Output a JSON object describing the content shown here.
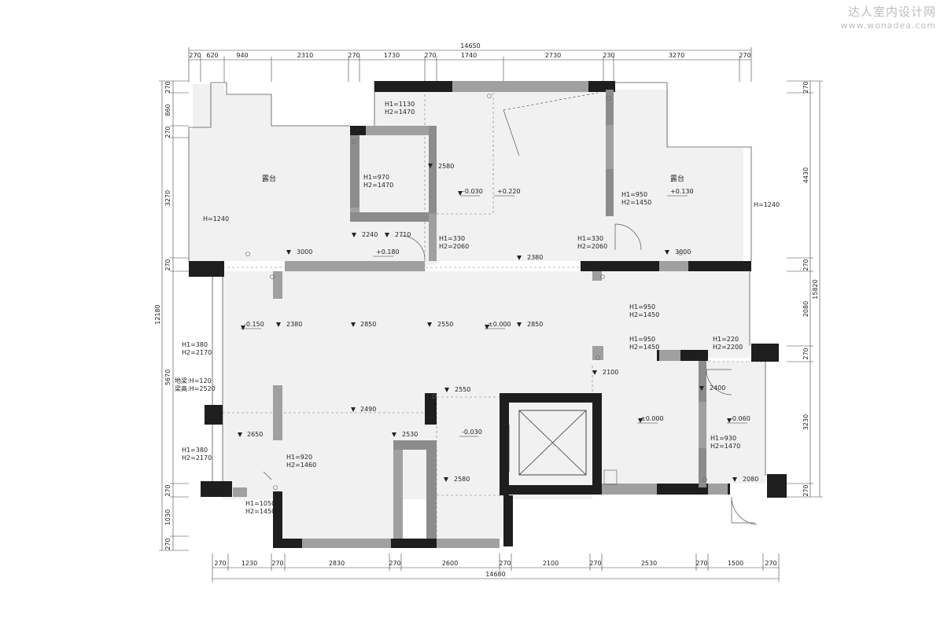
{
  "watermark": {
    "cn": "达人室内设计网",
    "url": "www.wonadea.com"
  },
  "dims": {
    "top_total": "14650",
    "top": [
      "270",
      "620",
      "940",
      "2310",
      "270",
      "1730",
      "270",
      "1740",
      "2730",
      "230",
      "3270",
      "270"
    ],
    "bottom_total": "14680",
    "bottom": [
      "270",
      "1230",
      "270",
      "2830",
      "270",
      "2600",
      "270",
      "2100",
      "270",
      "2530",
      "270",
      "1500",
      "270"
    ],
    "left_total": "12180",
    "left": [
      "270",
      "860",
      "270",
      "3270",
      "270",
      "5670",
      "270",
      "1030",
      "270"
    ],
    "right_total": "15820",
    "right": [
      "270",
      "4430",
      "270",
      "2080",
      "270",
      "3230",
      "270"
    ]
  },
  "rooms": {
    "terrace_left": "露台",
    "terrace_right": "露台"
  },
  "labels": {
    "h1_1130": "H1=1130",
    "h2_1470a": "H2=1470",
    "h1_970": "H1=970",
    "h2_1470b": "H2=1470",
    "h_1240_left": "H=1240",
    "h_1240_right": "H=1240",
    "h1_950a": "H1=950",
    "h2_1450a": "H2=1450",
    "h1_330a": "H1=330",
    "h2_2060a": "H2=2060",
    "h1_330b": "H1=330",
    "h2_2060b": "H2=2060",
    "h1_950b": "H1=950",
    "h2_1450b": "H2=1450",
    "h1_950c": "H1=950",
    "h2_1450c": "H2=1450",
    "h1_220": "H1=220",
    "h2_2200": "H2=2200",
    "h1_380a": "H1=380",
    "h2_2170a": "H2=2170",
    "beam1": "地梁:H=120",
    "beam2": "梁高:H=2520",
    "h1_380b": "H1=380",
    "h2_2170b": "H2=2170",
    "h1_920": "H1=920",
    "h2_1460": "H2=1460",
    "h1_1050": "H1=1050",
    "h2_1450d": "H2=1450",
    "h1_930": "H1=930",
    "h2_1470c": "H2=1470"
  },
  "levels": {
    "l_m0030a": "-0.030",
    "l_p0220": "+0.220",
    "l_p0130": "+0.130",
    "l_p0180": "+0.180",
    "l_m0150": "-0.150",
    "l_0000a": "±0.000",
    "l_m0030b": "-0.030",
    "l_0000b": "±0.000",
    "l_m0060": "-0.060"
  },
  "heights": {
    "c2580a": "2580",
    "c2240": "2240",
    "c2710": "2710",
    "c3000a": "3000",
    "c2380a": "2380",
    "c3000b": "3000",
    "c2380b": "2380",
    "c2850a": "2850",
    "c2550a": "2550",
    "c2850b": "2850",
    "c2100": "2100",
    "c2400": "2400",
    "c2550b": "2550",
    "c2490": "2490",
    "c2650": "2650",
    "c2530": "2530",
    "c2580b": "2580",
    "c2080": "2080"
  }
}
